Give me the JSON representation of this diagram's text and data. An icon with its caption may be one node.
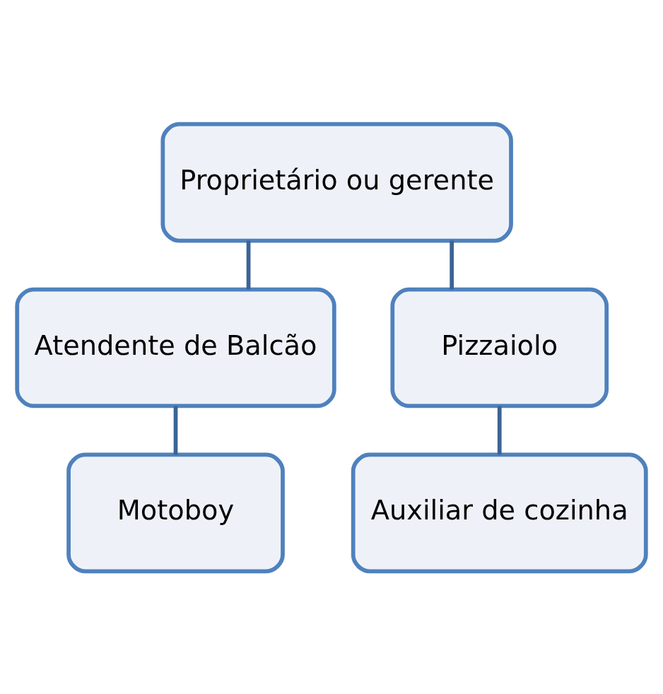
{
  "diagram": {
    "nodes": [
      {
        "text": [
          "Proprietário ou gerente"
        ]
      },
      {
        "text": [
          "Atendente de Balcão"
        ]
      },
      {
        "text": [
          "Pizzaiolo"
        ]
      },
      {
        "text": [
          "Motoboy"
        ]
      },
      {
        "text": [
          "Auxiliar de cozinha"
        ]
      }
    ],
    "edges": [
      {
        "from": 0,
        "to": 1,
        "arrow": "none"
      },
      {
        "from": 0,
        "to": 2,
        "arrow": "none"
      },
      {
        "from": 1,
        "to": 3,
        "arrow": "none"
      },
      {
        "from": 2,
        "to": 4,
        "arrow": "none"
      }
    ]
  }
}
